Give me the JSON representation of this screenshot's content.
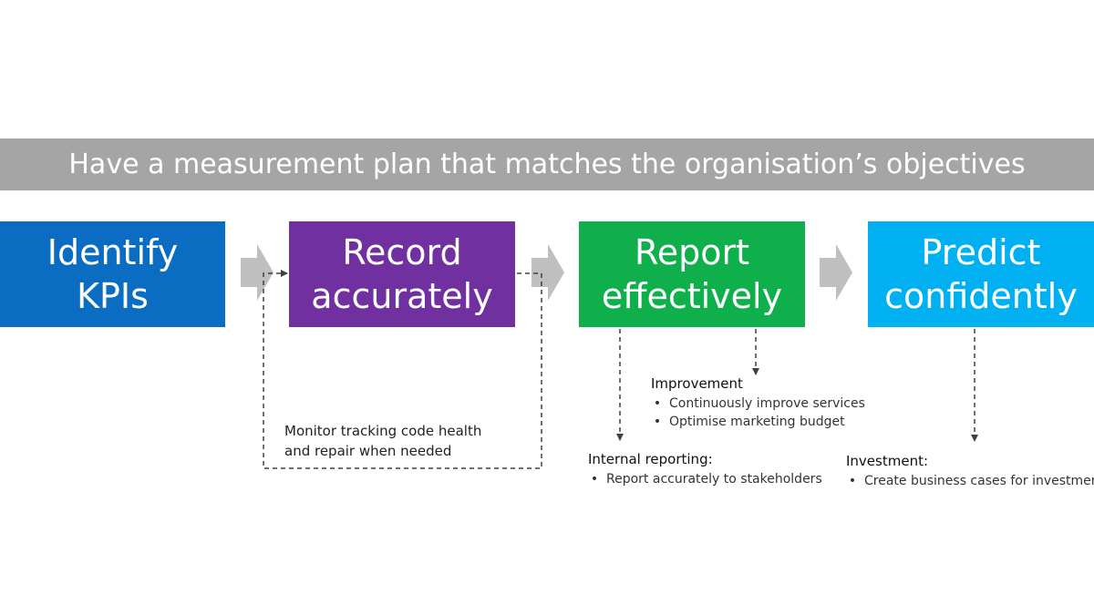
{
  "banner": {
    "text": "Have a measurement plan that matches the organisation’s objectives"
  },
  "steps": [
    {
      "label": "Identify\nKPIs",
      "color": "#0a6dc2"
    },
    {
      "label": "Record\naccurately",
      "color": "#7030a0"
    },
    {
      "label": "Report\neffectively",
      "color": "#0fb04b"
    },
    {
      "label": "Predict\nconfidently",
      "color": "#00b0f0"
    }
  ],
  "feedback": {
    "text": "Monitor tracking code health\nand repair when needed"
  },
  "improvement": {
    "heading": "Improvement",
    "items": [
      "Continuously improve services",
      "Optimise marketing budget"
    ]
  },
  "internal_reporting": {
    "heading": "Internal reporting:",
    "items": [
      "Report accurately to stakeholders"
    ]
  },
  "investment": {
    "heading": "Investment:",
    "items": [
      "Create business cases for investment"
    ]
  },
  "colors": {
    "banner": "#a5a5a5",
    "arrow": "#bfbfbf",
    "dashed_line": "#404040"
  }
}
